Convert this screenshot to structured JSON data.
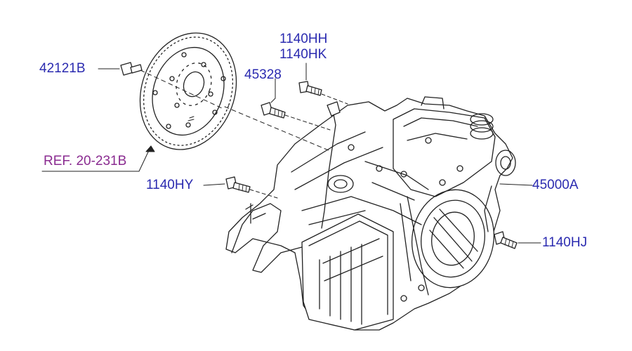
{
  "colors": {
    "part_number": "#2b2bb0",
    "reference": "#8a2b90",
    "line_art": "#222222"
  },
  "callouts": {
    "bolt_42121b": "42121B",
    "ref_20_231b": "REF. 20-231B",
    "bolt_45328": "45328",
    "bolt_1140hh": "1140HH",
    "bolt_1140hk": "1140HK",
    "bolt_1140hy": "1140HY",
    "transmission_45000a": "45000A",
    "bolt_1140hj": "1140HJ"
  },
  "icons": {
    "flex_plate": "drive-plate-icon",
    "transmission": "transmission-assembly-icon",
    "bolt": "bolt-icon"
  }
}
